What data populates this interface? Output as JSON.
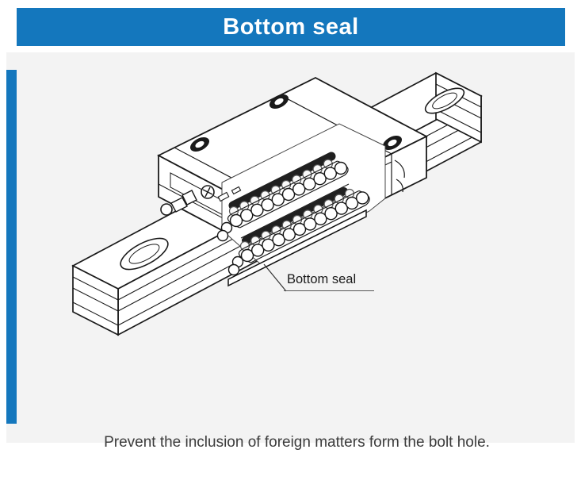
{
  "header": {
    "title": "Bottom seal"
  },
  "figure": {
    "callout_label": "Bottom seal",
    "illustration": "linear-motion-guide-cutaway-showing-bottom-seal"
  },
  "caption": {
    "text": "Prevent the inclusion of foreign matters form the bolt hole."
  },
  "colors": {
    "accent_blue": "#1477bd",
    "panel_gray": "#f3f3f3",
    "line_black": "#1a1a1a"
  }
}
